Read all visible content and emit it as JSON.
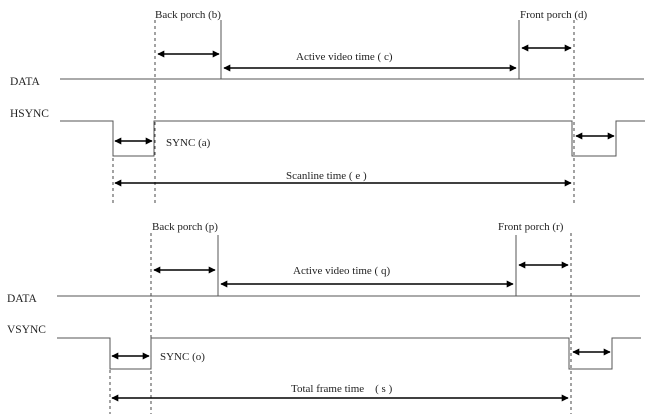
{
  "horizontal": {
    "back_porch": "Back porch (b)",
    "front_porch": "Front porch (d)",
    "active_video": "Active video time ( c)",
    "data_label": "DATA",
    "sync_signal": "HSYNC",
    "sync_width": "SYNC (a)",
    "total": "Scanline time ( e )"
  },
  "vertical": {
    "back_porch": "Back porch (p)",
    "front_porch": "Front porch (r)",
    "active_video": "Active video time ( q)",
    "data_label": "DATA",
    "sync_signal": "VSYNC",
    "sync_width": "SYNC (o)",
    "total": "Total frame time    ( s )"
  }
}
